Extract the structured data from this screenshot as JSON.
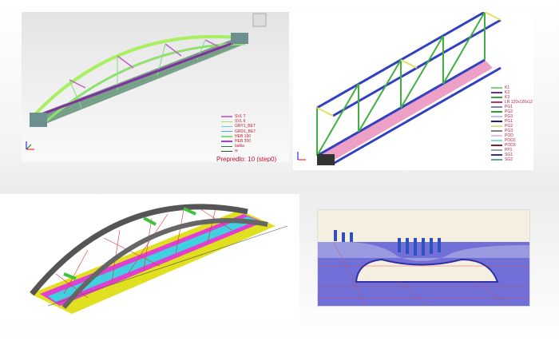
{
  "panel1": {
    "legend": [
      {
        "label": "SVL T",
        "color": "#d070d0"
      },
      {
        "label": "SVL 6",
        "color": "#a0e060"
      },
      {
        "label": "GRY1_BET",
        "color": "#60d0d0"
      },
      {
        "label": "GRD1_BET",
        "color": "#40b0ff"
      },
      {
        "label": "HEB 160",
        "color": "#80e080"
      },
      {
        "label": "HEB 300",
        "color": "#a040c0"
      },
      {
        "label": "balka",
        "color": "#208040"
      },
      {
        "label": "w",
        "color": "#206020"
      }
    ],
    "caption": "Prepredlo: 10 (step0)"
  },
  "panel2": {
    "legend": [
      {
        "label": "K1",
        "color": "#80d080"
      },
      {
        "label": "K2",
        "color": "#6030a0"
      },
      {
        "label": "K3",
        "color": "#40a040"
      },
      {
        "label": "LR 120x120x12",
        "color": "#c03070"
      },
      {
        "label": "PG1",
        "color": "#8080c0"
      },
      {
        "label": "PG2",
        "color": "#30a030"
      },
      {
        "label": "PG3",
        "color": "#c0c0ff"
      },
      {
        "label": "PG1",
        "color": "#202080"
      },
      {
        "label": "PG2",
        "color": "#e0e080"
      },
      {
        "label": "PG3",
        "color": "#8080a0"
      },
      {
        "label": "POD",
        "color": "#e0c0e0"
      },
      {
        "label": "POD2",
        "color": "#80e0e0"
      },
      {
        "label": "POD3",
        "color": "#802020"
      },
      {
        "label": "PP1",
        "color": "#a0a0a0"
      },
      {
        "label": "SG1",
        "color": "#303090"
      },
      {
        "label": "SG2",
        "color": "#60a0a0"
      }
    ]
  }
}
